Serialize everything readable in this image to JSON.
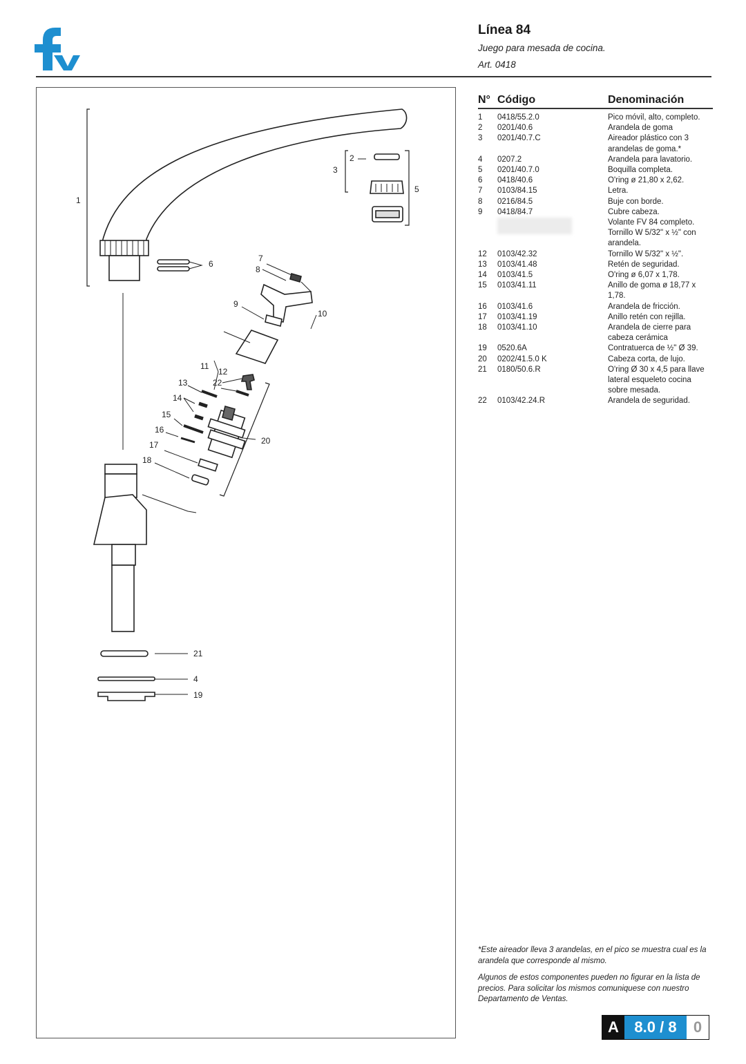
{
  "header": {
    "title": "Línea 84",
    "subtitle": "Juego para mesada de cocina.",
    "article": "Art. 0418"
  },
  "table": {
    "col_num": "N°",
    "col_code": "Código",
    "col_name": "Denominación",
    "rows": [
      {
        "n": "1",
        "code": "0418/55.2.0",
        "name": "Pico móvil, alto, completo."
      },
      {
        "n": "2",
        "code": "0201/40.6",
        "name": "Arandela de goma"
      },
      {
        "n": "3",
        "code": "0201/40.7.C",
        "name": "Aireador plástico con 3 arandelas de goma.*"
      },
      {
        "n": "4",
        "code": "0207.2",
        "name": "Arandela para lavatorio."
      },
      {
        "n": "5",
        "code": "0201/40.7.0",
        "name": "Boquilla completa."
      },
      {
        "n": "6",
        "code": "0418/40.6",
        "name": "O'ring ø 21,80 x 2,62."
      },
      {
        "n": "7",
        "code": "0103/84.15",
        "name": "Letra."
      },
      {
        "n": "8",
        "code": "0216/84.5",
        "name": "Buje con borde."
      },
      {
        "n": "9",
        "code": "0418/84.7",
        "name": "Cubre cabeza."
      },
      {
        "n": "",
        "code": "",
        "name": "Volante FV 84 completo. Tornillo W 5/32\" x ½\" con arandela.",
        "obscured": true
      },
      {
        "n": "12",
        "code": "0103/42.32",
        "name": "Tornillo W 5/32\" x ½\"."
      },
      {
        "n": "13",
        "code": "0103/41.48",
        "name": "Retén de seguridad."
      },
      {
        "n": "14",
        "code": "0103/41.5",
        "name": "O'ring ø 6,07 x 1,78."
      },
      {
        "n": "15",
        "code": "0103/41.11",
        "name": "Anillo de goma ø 18,77 x 1,78."
      },
      {
        "n": "16",
        "code": "0103/41.6",
        "name": "Arandela de fricción."
      },
      {
        "n": "17",
        "code": "0103/41.19",
        "name": "Anillo retén con rejilla."
      },
      {
        "n": "18",
        "code": "0103/41.10",
        "name": "Arandela de cierre para cabeza cerámica"
      },
      {
        "n": "19",
        "code": "0520.6A",
        "name": "Contratuerca de ½\" Ø 39."
      },
      {
        "n": "20",
        "code": "0202/41.5.0 K",
        "name": "Cabeza corta, de lujo."
      },
      {
        "n": "21",
        "code": "0180/50.6.R",
        "name": "O'ring Ø 30 x 4,5 para llave lateral esqueleto cocina sobre mesada."
      },
      {
        "n": "22",
        "code": "0103/42.24.R",
        "name": "Arandela de seguridad."
      }
    ]
  },
  "notes": {
    "aerator": "*Este aireador lleva 3 arandelas, en el pico se muestra cual es la arandela que corresponde al mismo.",
    "disclaimer": "Algunos de estos componentes pueden no figurar en la lista de precios. Para solicitar los mismos comuniquese con nuestro Departamento de Ventas."
  },
  "badge": {
    "letter": "A",
    "version": "8.0 / 8",
    "suffix": "0",
    "version_color": "#1e8fd0"
  },
  "diagram": {
    "labels": [
      "1",
      "2",
      "3",
      "4",
      "5",
      "6",
      "7",
      "8",
      "9",
      "10",
      "11",
      "12",
      "13",
      "14",
      "15",
      "16",
      "17",
      "18",
      "19",
      "20",
      "21",
      "22",
      "22"
    ]
  }
}
